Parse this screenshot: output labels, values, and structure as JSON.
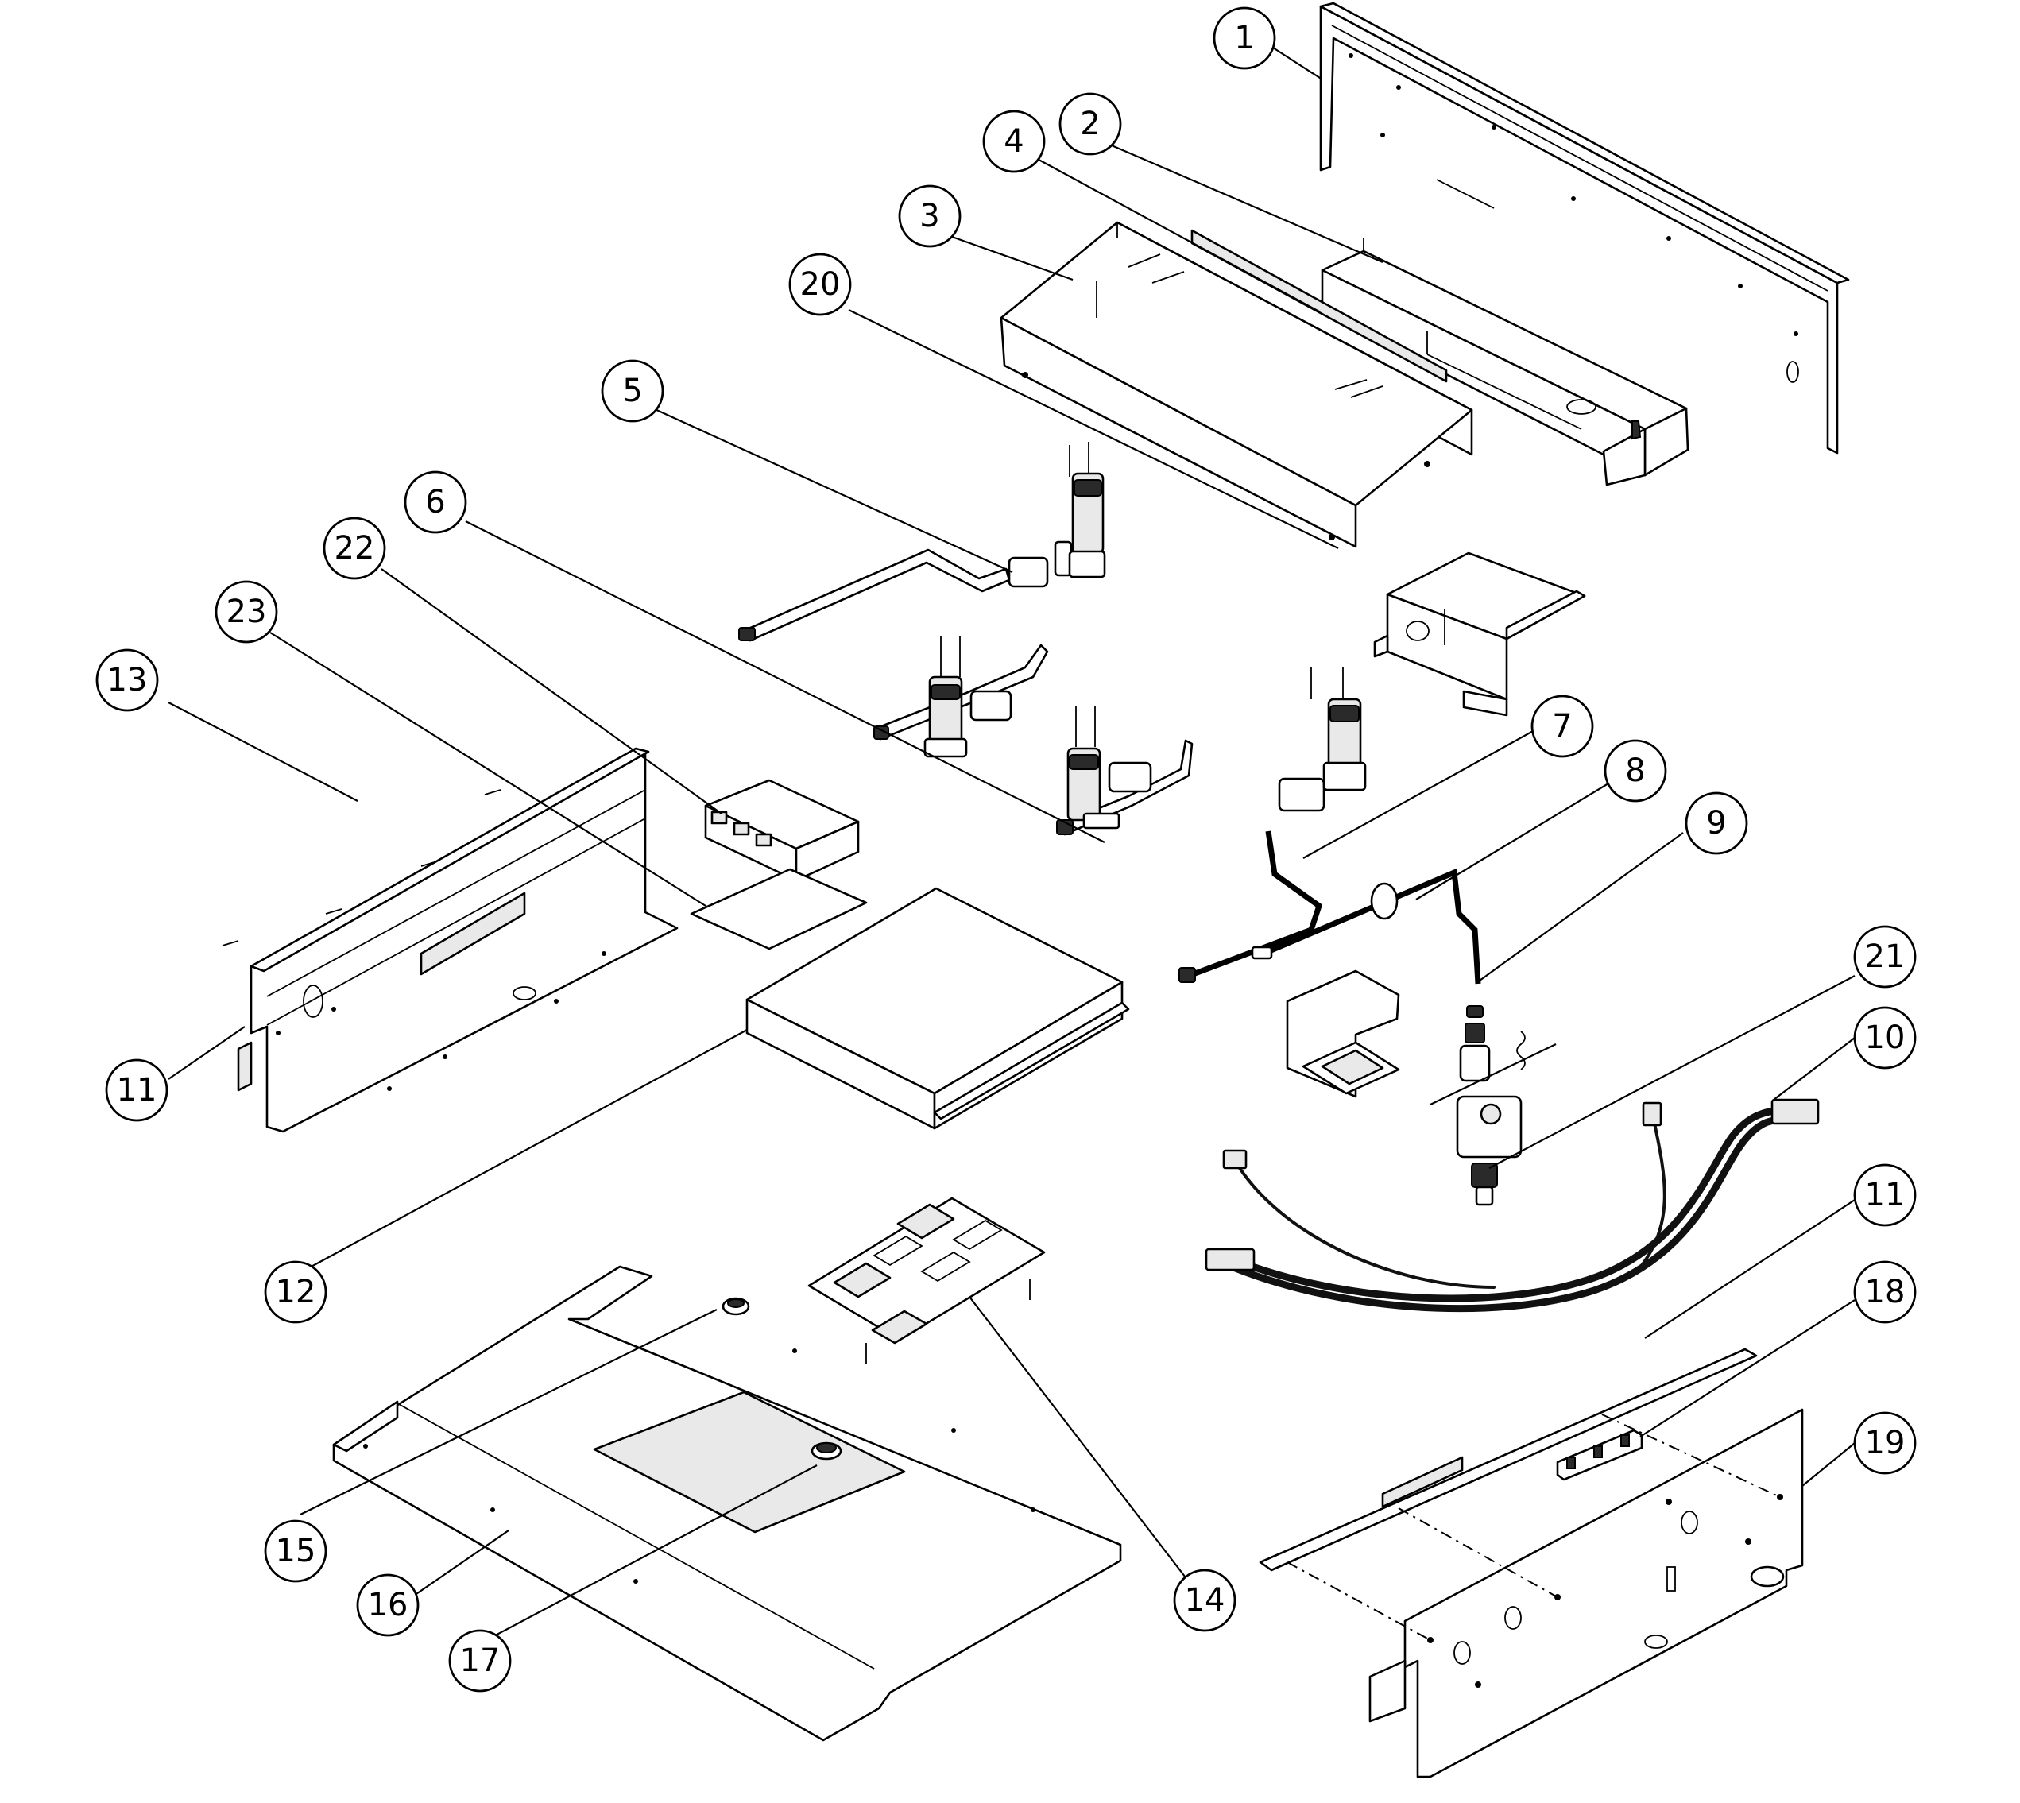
{
  "callouts": [
    {
      "key": "c1",
      "label": "1"
    },
    {
      "key": "c2",
      "label": "2"
    },
    {
      "key": "c3",
      "label": "3"
    },
    {
      "key": "c4",
      "label": "4"
    },
    {
      "key": "c5",
      "label": "5"
    },
    {
      "key": "c6",
      "label": "6"
    },
    {
      "key": "c7",
      "label": "7"
    },
    {
      "key": "c8",
      "label": "8"
    },
    {
      "key": "c9",
      "label": "9"
    },
    {
      "key": "c10",
      "label": "10"
    },
    {
      "key": "c11a",
      "label": "11"
    },
    {
      "key": "c11b",
      "label": "11"
    },
    {
      "key": "c12",
      "label": "12"
    },
    {
      "key": "c13",
      "label": "13"
    },
    {
      "key": "c14",
      "label": "14"
    },
    {
      "key": "c15",
      "label": "15"
    },
    {
      "key": "c16",
      "label": "16"
    },
    {
      "key": "c17",
      "label": "17"
    },
    {
      "key": "c18",
      "label": "18"
    },
    {
      "key": "c19",
      "label": "19"
    },
    {
      "key": "c20",
      "label": "20"
    },
    {
      "key": "c21",
      "label": "21"
    },
    {
      "key": "c22",
      "label": "22"
    },
    {
      "key": "c23",
      "label": "23"
    }
  ]
}
